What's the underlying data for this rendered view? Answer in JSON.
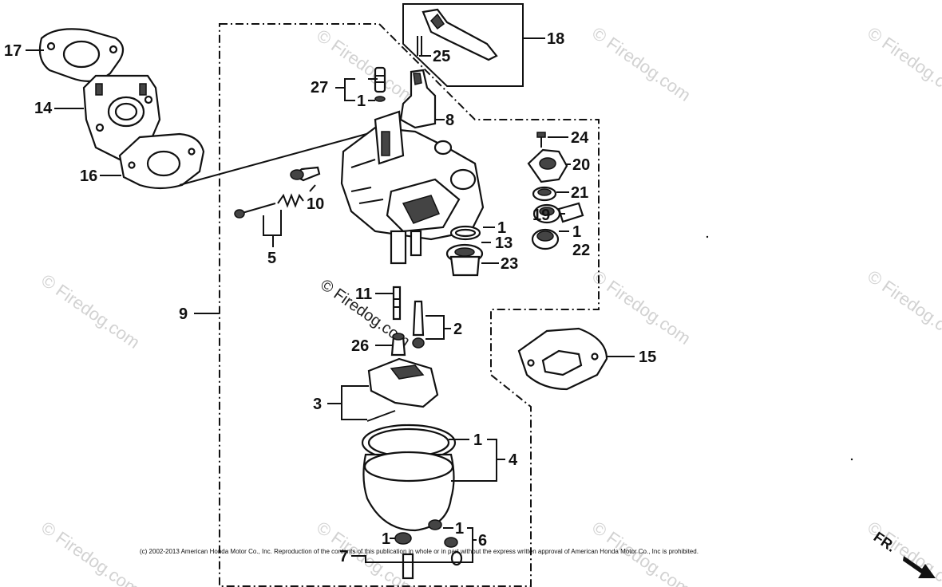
{
  "diagram": {
    "callouts": {
      "c17": "17",
      "c14": "14",
      "c16": "16",
      "c27": "27",
      "c1a": "1",
      "c25": "25",
      "c18": "18",
      "c8": "8",
      "c24": "24",
      "c20": "20",
      "c21": "21",
      "c19": "19",
      "c1b": "1",
      "c22": "22",
      "c1c": "1",
      "c13": "13",
      "c23": "23",
      "c10": "10",
      "c5": "5",
      "c9": "9",
      "c11": "11",
      "c2": "2",
      "c26": "26",
      "c15": "15",
      "c3": "3",
      "c1d": "1",
      "c4": "4",
      "c1e": "1",
      "c1f": "1",
      "c6": "6",
      "c7": "7"
    },
    "watermarks": {
      "w1": "© Firedog.com",
      "w2": "© Firedog.com",
      "w3": "© Firedog.com",
      "w4": "© Firedog.com",
      "w5": "© Firedog.com",
      "w6": "© Firedog.com",
      "w7": "© Firedog.com",
      "w8": "© Firedog.com",
      "w9": "© Firedog.com",
      "w10": "© Firedog.com",
      "w11": "© Firedog.com"
    },
    "copyright": "(c) 2002-2013 American Honda Motor Co., Inc. Reproduction of the contents of this publication in whole or in part without the express written approval of American Honda Motor Co., Inc is prohibited.",
    "front_marker": "FR."
  }
}
